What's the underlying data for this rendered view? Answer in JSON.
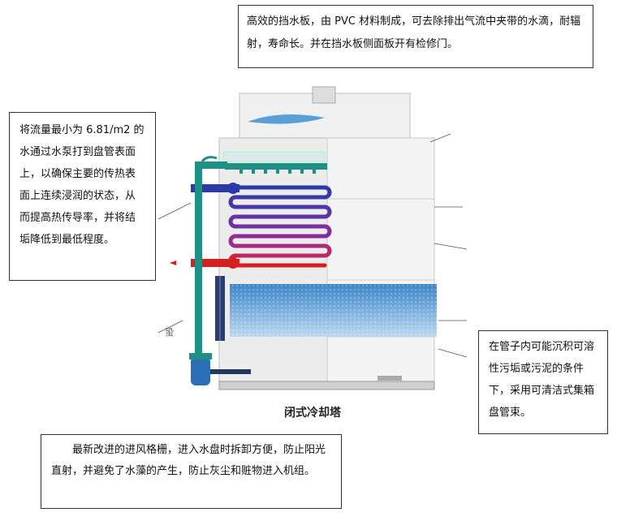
{
  "callouts": {
    "top": "高效的挡水板，由 PVC 材料制成，可去除排出气流中夹带的水滴，耐辐射，寿命长。并在挡水板侧面板开有检修门。",
    "left": "将流量最小为 6.81/m2 的水通过水泵打到盘管表面上，以确保主要的传热表面上连续浸润的状态，从而提高热传导率，并将结垢降低到最低程度。",
    "right": "在管子内可能沉积可溶性污垢或污泥的条件下，采用可清洁式集箱盘管束。",
    "bottom": "最新改进的进风格栅，进入水盘时拆卸方便，防止阳光直射，并避免了水藻的产生，防止灰尘和赃物进入机组。"
  },
  "diagram": {
    "caption": "闭式冷却塔",
    "side_text": "蛩"
  },
  "colors": {
    "water_green": "#1f8f86",
    "pipe_blue": "#2a3aa8",
    "pipe_red": "#d62020",
    "fill_blue": "#3b86c8",
    "casing": "#ececec"
  }
}
